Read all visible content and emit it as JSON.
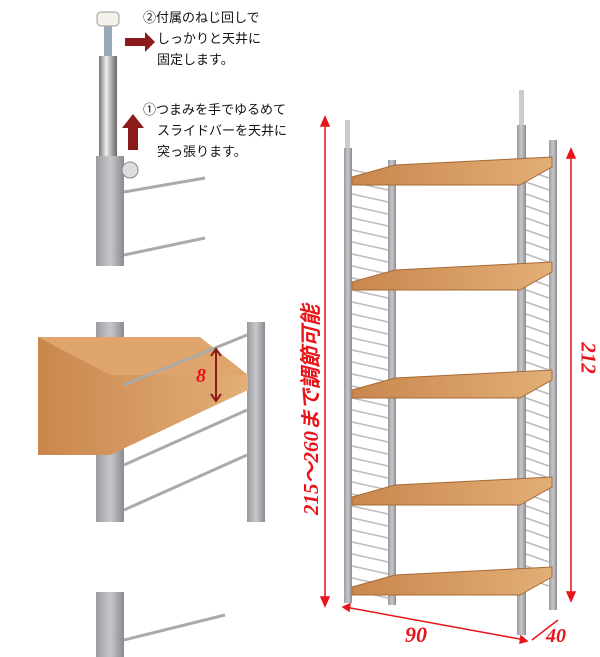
{
  "notes": {
    "step2": [
      "②付属のねじ回しで",
      "しっかりと天井に",
      "固定します。"
    ],
    "step1": [
      "①つまみを手でゆるめて",
      "スライドバーを天井に",
      "突っ張ります。"
    ]
  },
  "dimensions": {
    "adjust_height": "215～260まで調節可能",
    "height": "212",
    "width": "90",
    "depth": "40",
    "shelf_pitch": "8"
  },
  "colors": {
    "dimension": "#e8141a",
    "arrow": "#8b1a1a",
    "wood": "#d79a5e",
    "frame": "#a9a9ad"
  }
}
